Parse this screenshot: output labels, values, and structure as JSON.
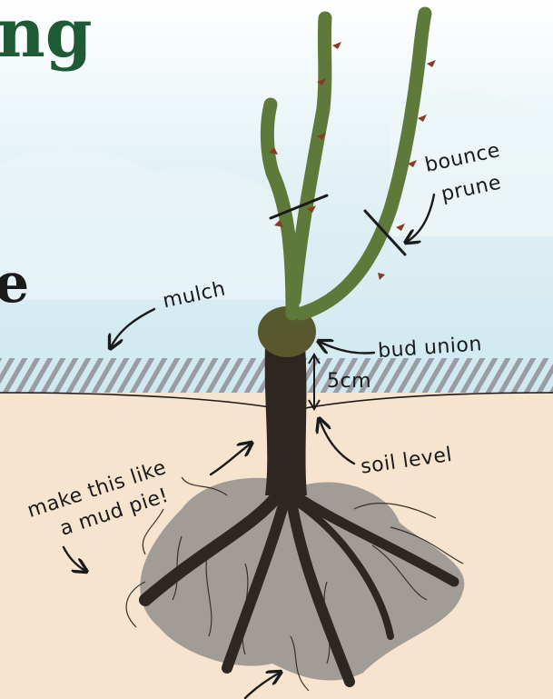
{
  "title_fragment": "ng",
  "side_letter": "e",
  "labels": {
    "bounce": "bounce",
    "prune": "prune",
    "mulch": "mulch",
    "bud_union": "bud union",
    "measure": "5cm",
    "soil_level": "soil level",
    "mud_pie_line1": "make this like",
    "mud_pie_line2": "a mud pie!"
  },
  "colors": {
    "sky": "#d6ecf2",
    "soil": "#f6e4cf",
    "title_green": "#1e5a34",
    "stem_green": "#5e7a3a",
    "trunk": "#2e2620",
    "shadow": "#9d9892"
  }
}
